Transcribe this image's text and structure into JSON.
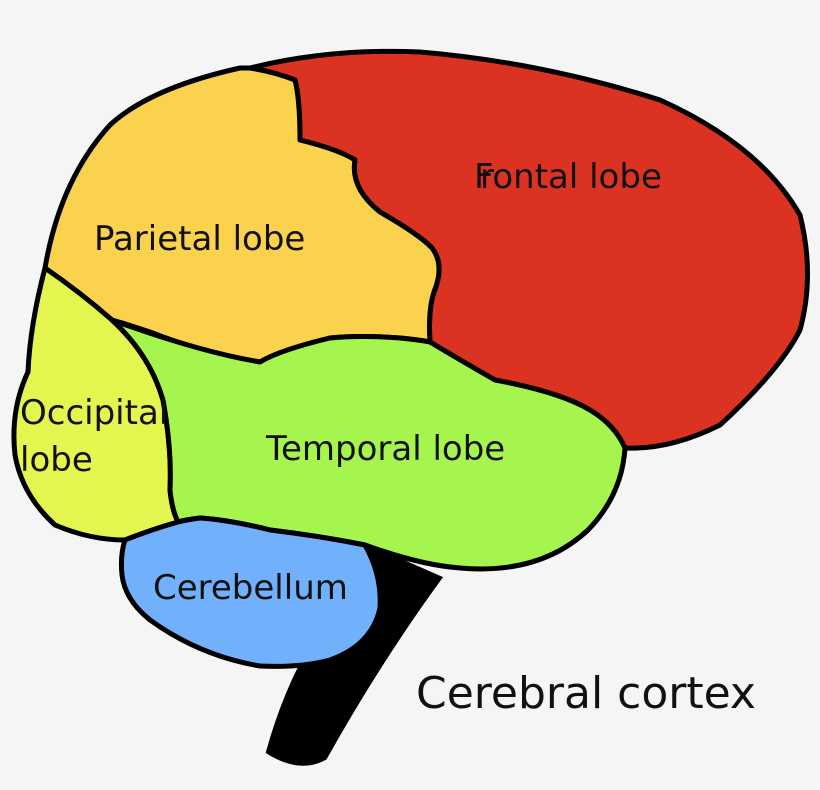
{
  "labels": {
    "frontal": "Fontal lobe",
    "frontal_overlap": "r",
    "parietal": "Parietal lobe",
    "occipital_line1": "Occipital",
    "occipital_line2": "lobe",
    "temporal": "Temporal lobe",
    "cerebellum": "Cerebellum",
    "cortex": "Cerebral cortex"
  },
  "colors": {
    "background": "#f5f5f5",
    "frontal": "#dc3222",
    "parietal": "#fbd24e",
    "occipital": "#e3f54e",
    "temporal": "#a6f54e",
    "cerebellum": "#71b0fa",
    "brainstem": "#000000",
    "outline": "#000000"
  }
}
